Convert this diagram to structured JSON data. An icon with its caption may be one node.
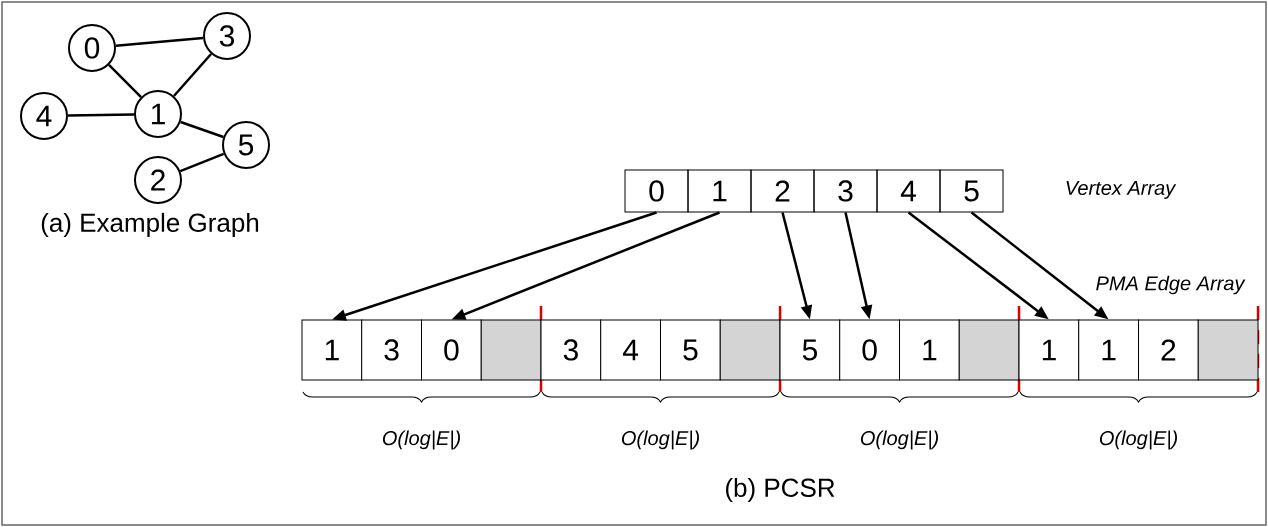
{
  "diagram": {
    "nodes": [
      {
        "text": [
          "0"
        ]
      },
      {
        "text": [
          "3"
        ]
      },
      {
        "text": [
          "4"
        ]
      },
      {
        "text": [
          "1"
        ]
      },
      {
        "text": [
          "5"
        ]
      },
      {
        "text": [
          "2"
        ]
      },
      {
        "text": [
          "0"
        ]
      },
      {
        "text": [
          "1"
        ]
      },
      {
        "text": [
          "2"
        ]
      },
      {
        "text": [
          "3"
        ]
      },
      {
        "text": [
          "4"
        ]
      },
      {
        "text": [
          "5"
        ]
      },
      {
        "text": [
          "1"
        ]
      },
      {
        "text": [
          "3"
        ]
      },
      {
        "text": [
          "0"
        ]
      },
      {
        "text": [],
        "shape": "box"
      },
      {
        "text": [
          "3"
        ]
      },
      {
        "text": [
          "4"
        ]
      },
      {
        "text": [
          "5"
        ]
      },
      {
        "text": [],
        "shape": "box"
      },
      {
        "text": [
          "5"
        ]
      },
      {
        "text": [
          "0"
        ]
      },
      {
        "text": [
          "1"
        ]
      },
      {
        "text": [],
        "shape": "box"
      },
      {
        "text": [
          "1"
        ]
      },
      {
        "text": [
          "1"
        ]
      },
      {
        "text": [
          "2"
        ]
      },
      {
        "text": [],
        "shape": "box"
      }
    ],
    "edges": [
      {
        "from": 0,
        "to": 1,
        "arrow": "none"
      },
      {
        "from": 0,
        "to": 3,
        "arrow": "none"
      },
      {
        "from": 1,
        "to": 3,
        "arrow": "none"
      },
      {
        "from": 2,
        "to": 3,
        "arrow": "none"
      },
      {
        "from": 3,
        "to": 4,
        "arrow": "none"
      },
      {
        "from": 4,
        "to": 5,
        "arrow": "none"
      },
      {
        "from": 6,
        "to": 12,
        "arrow": "to"
      },
      {
        "from": 7,
        "to": 14,
        "arrow": "to"
      },
      {
        "from": 8,
        "to": 20,
        "arrow": "to"
      },
      {
        "from": 9,
        "to": 21,
        "arrow": "to"
      },
      {
        "from": 10,
        "to": 24,
        "arrow": "to"
      },
      {
        "from": 11,
        "to": 25,
        "arrow": "to"
      }
    ],
    "labels": [
      "(a) Example Graph",
      "Vertex Array",
      "PMA Edge Array",
      "O(log|E|)",
      "O(log|E|)",
      "O(log|E|)",
      "O(log|E|)",
      "(b) PCSR"
    ]
  }
}
